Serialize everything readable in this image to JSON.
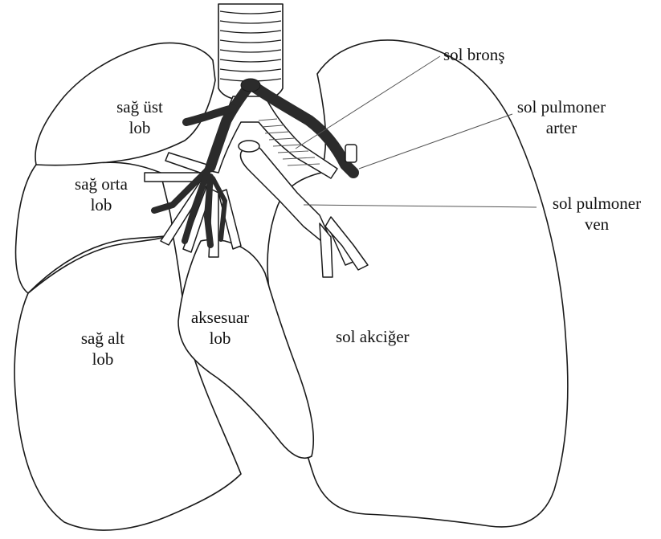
{
  "labels": {
    "sag_ust_lob": [
      "sağ üst",
      "lob"
    ],
    "sag_orta_lob": [
      "sağ orta",
      "lob"
    ],
    "sag_alt_lob": [
      "sağ alt",
      "lob"
    ],
    "aksesuar_lob": [
      "aksesuar",
      "lob"
    ],
    "sol_akciger": "sol akciğer",
    "sol_brons": "sol bronş",
    "sol_pulmoner_arter": [
      "sol pulmoner",
      "arter"
    ],
    "sol_pulmoner_ven": [
      "sol pulmoner",
      "ven"
    ]
  },
  "colors": {
    "outline": "#1a1a1a",
    "artery": "#2b2b2b",
    "background": "#ffffff"
  }
}
